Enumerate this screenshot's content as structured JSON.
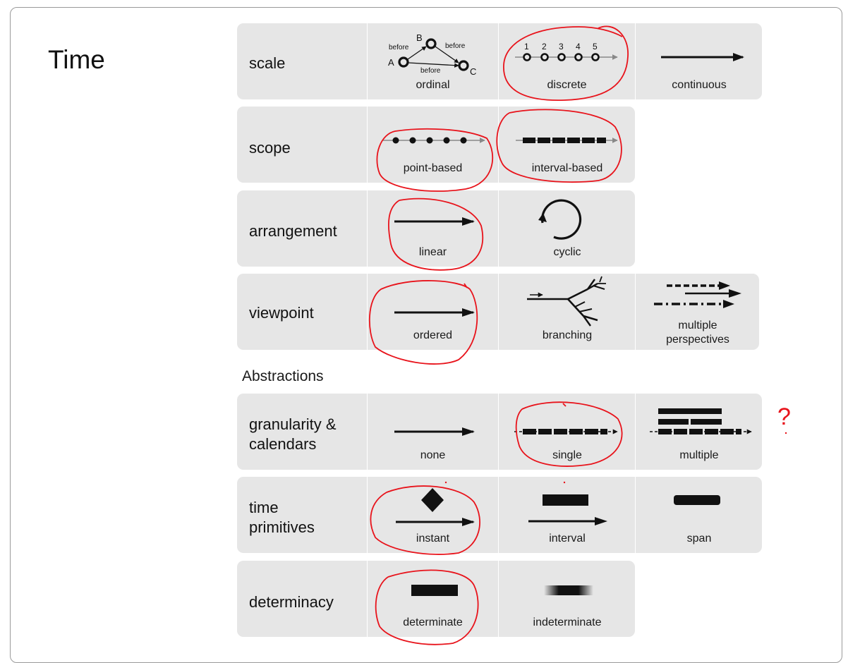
{
  "title": "Time",
  "section_heading": "Abstractions",
  "question_mark": "?",
  "rows": [
    {
      "label": "scale",
      "cells": [
        {
          "caption": "ordinal",
          "graph": {
            "a": "A",
            "b": "B",
            "c": "C",
            "e1": "before",
            "e2": "before",
            "e3": "before"
          }
        },
        {
          "caption": "discrete",
          "ticks": [
            "1",
            "2",
            "3",
            "4",
            "5"
          ]
        },
        {
          "caption": "continuous"
        }
      ]
    },
    {
      "label": "scope",
      "cells": [
        {
          "caption": "point-based"
        },
        {
          "caption": "interval-based"
        }
      ]
    },
    {
      "label": "arrangement",
      "cells": [
        {
          "caption": "linear"
        },
        {
          "caption": "cyclic"
        }
      ]
    },
    {
      "label": "viewpoint",
      "cells": [
        {
          "caption": "ordered"
        },
        {
          "caption": "branching"
        },
        {
          "caption_line1": "multiple",
          "caption_line2": "perspectives"
        }
      ]
    },
    {
      "label_line1": "granularity &",
      "label_line2": "calendars",
      "cells": [
        {
          "caption": "none"
        },
        {
          "caption": "single"
        },
        {
          "caption": "multiple"
        }
      ]
    },
    {
      "label_line1": "time",
      "label_line2": "primitives",
      "cells": [
        {
          "caption": "instant"
        },
        {
          "caption": "interval"
        },
        {
          "caption": "span"
        }
      ]
    },
    {
      "label": "determinacy",
      "cells": [
        {
          "caption": "determinate"
        },
        {
          "caption": "indeterminate"
        }
      ]
    }
  ],
  "colors": {
    "panel": "#e6e6e6",
    "annotation": "#e8131b",
    "ink": "#111111"
  }
}
